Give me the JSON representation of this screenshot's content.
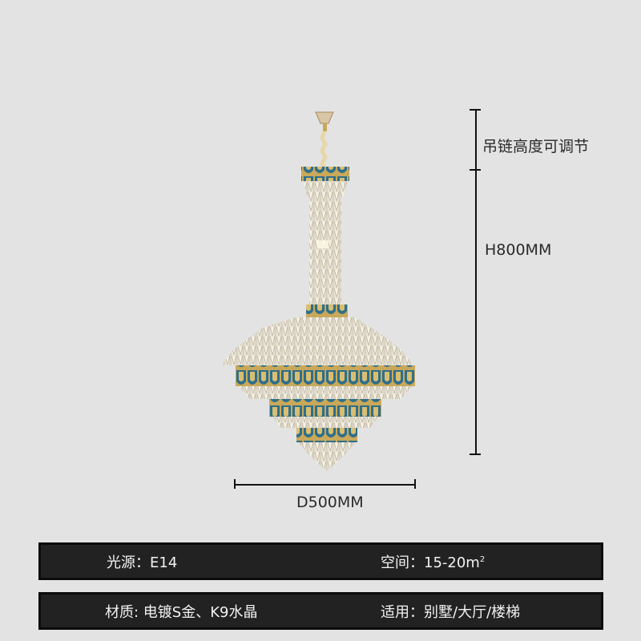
{
  "product_image": {
    "subject": "crystal chandelier",
    "colors": {
      "crystal": "#f1ead8",
      "gold": "#c9a85a",
      "blue": "#2f6f8a",
      "background": "#e3e3e3"
    }
  },
  "dimensions": {
    "chain_note": "吊链高度可调节",
    "height_label": "H800MM",
    "diameter_label": "D500MM"
  },
  "specs": {
    "rows": [
      {
        "left": {
          "label": "光源",
          "sep": "：",
          "value": "E14"
        },
        "right": {
          "label": "空间",
          "sep": "：",
          "value": "15-20m",
          "sup": "2"
        }
      },
      {
        "left": {
          "label": "材质",
          "sep": ": ",
          "value": "电镀S金、K9水晶"
        },
        "right": {
          "label": "适用",
          "sep": "：",
          "value": "别墅/大厅/楼梯"
        }
      }
    ]
  }
}
